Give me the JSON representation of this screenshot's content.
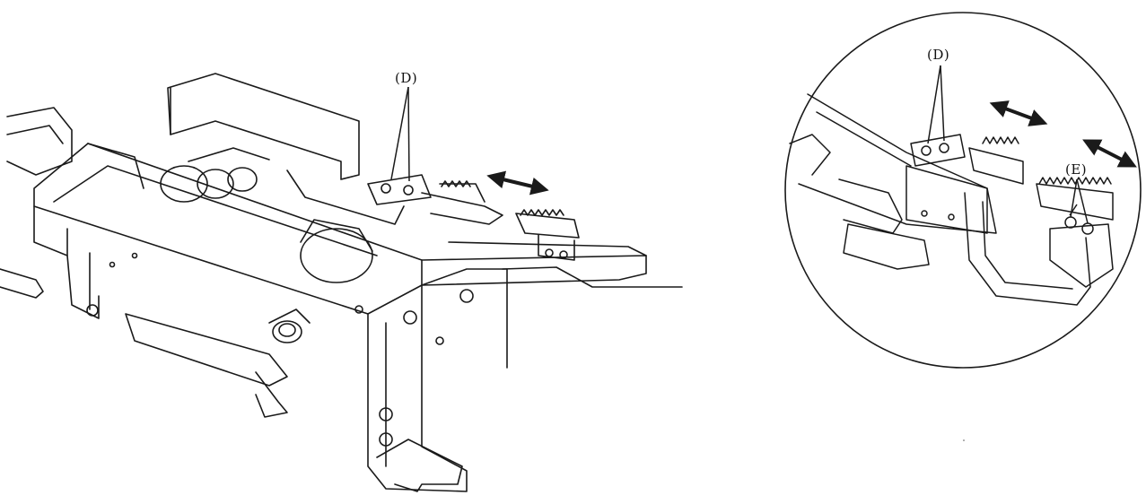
{
  "labels": {
    "main_d": "(D)",
    "inset_d": "(D)",
    "inset_e": "(E)"
  },
  "colors": {
    "line": "#1a1a1a",
    "background": "#ffffff"
  }
}
